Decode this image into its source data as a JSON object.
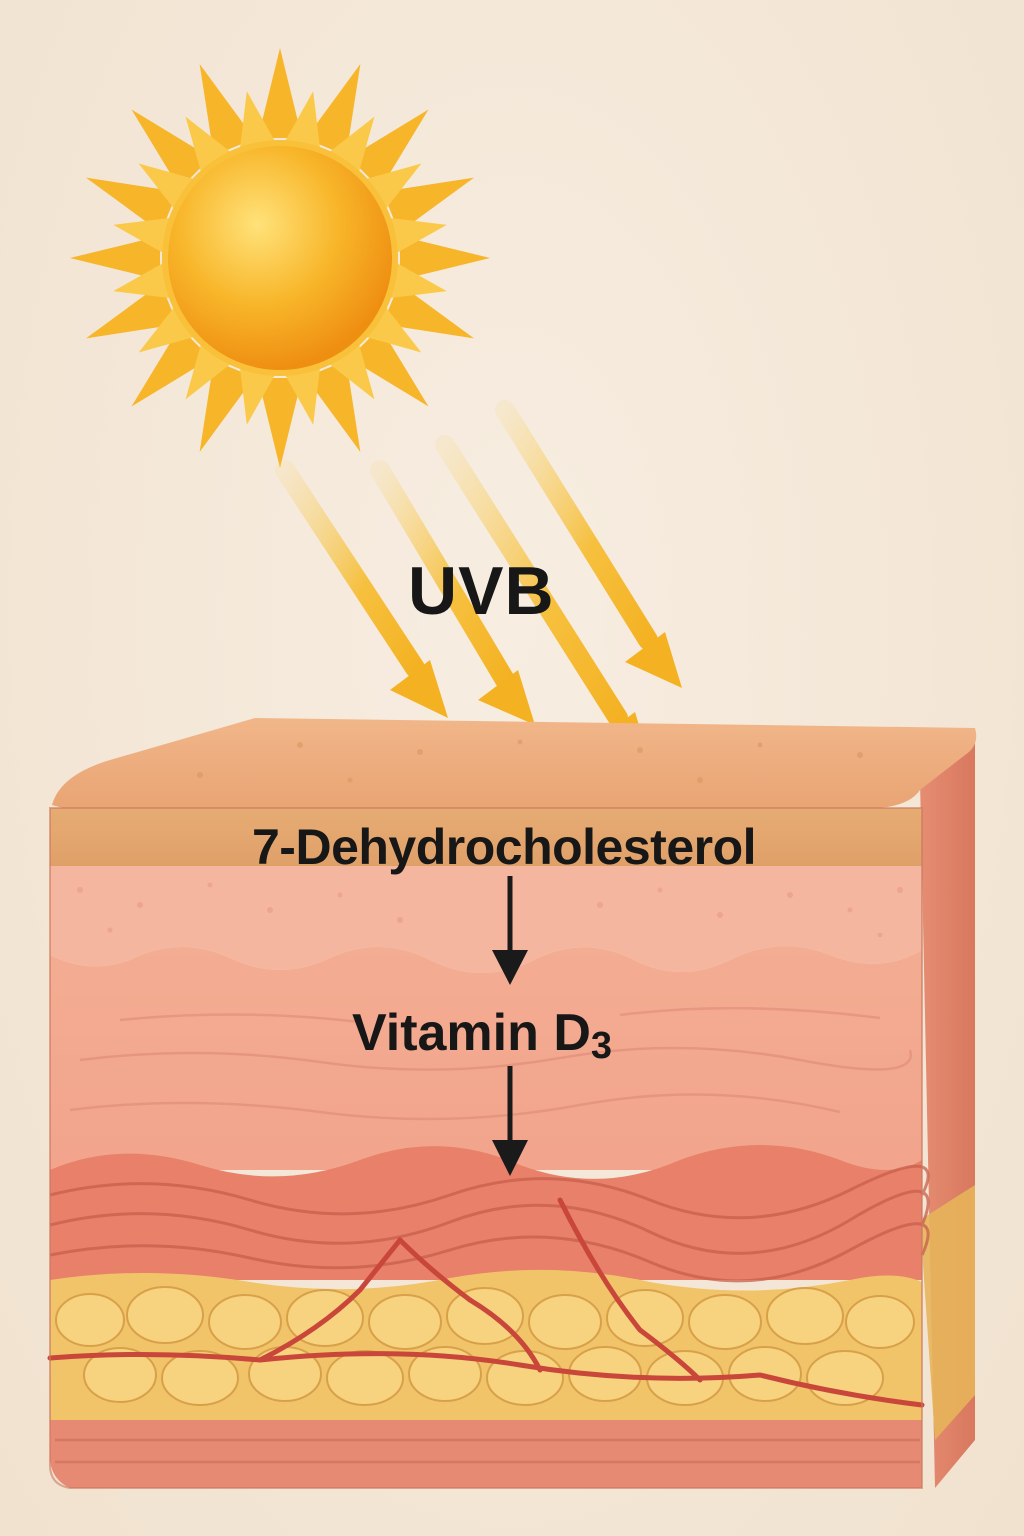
{
  "labels": {
    "radiation": "UVB",
    "precursor": "7-Dehydrocholesterol",
    "product_name": "Vitamin D",
    "product_subscript": "3"
  },
  "colors": {
    "background": "#f4e7d6",
    "sun": "#f5a623",
    "rays": "#f6b92a",
    "epidermis_top": "#e8a678",
    "dermis": "#f2a58e",
    "fat": "#f1c46a",
    "blood_vessel": "#c9473a",
    "arrow": "#1a1a1a"
  }
}
